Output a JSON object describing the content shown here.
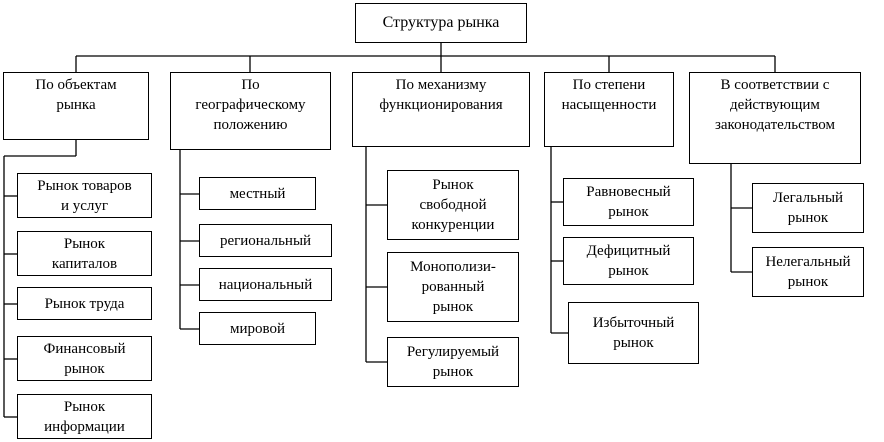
{
  "root": {
    "label": "Структура рынка"
  },
  "categories": [
    {
      "label": "По объектам\nрынка",
      "items": [
        "Рынок товаров\nи услуг",
        "Рынок\nкапиталов",
        "Рынок труда",
        "Финансовый\nрынок",
        "Рынок\nинформации"
      ]
    },
    {
      "label": "По\nгеографическому\nположению",
      "items": [
        "местный",
        "региональный",
        "национальный",
        "мировой"
      ]
    },
    {
      "label": "По механизму\nфункционирования",
      "items": [
        "Рынок\nсвободной\nконкуренции",
        "Монополизи-\nрованный\nрынок",
        "Регулируемый\nрынок"
      ]
    },
    {
      "label": "По степени\nнасыщенности",
      "items": [
        "Равновесный\nрынок",
        "Дефицитный\nрынок",
        "Избыточный\nрынок"
      ]
    },
    {
      "label": "В соответствии с\nдействующим\nзаконодательством",
      "items": [
        "Легальный\nрынок",
        "Нелегальный\nрынок"
      ]
    }
  ]
}
